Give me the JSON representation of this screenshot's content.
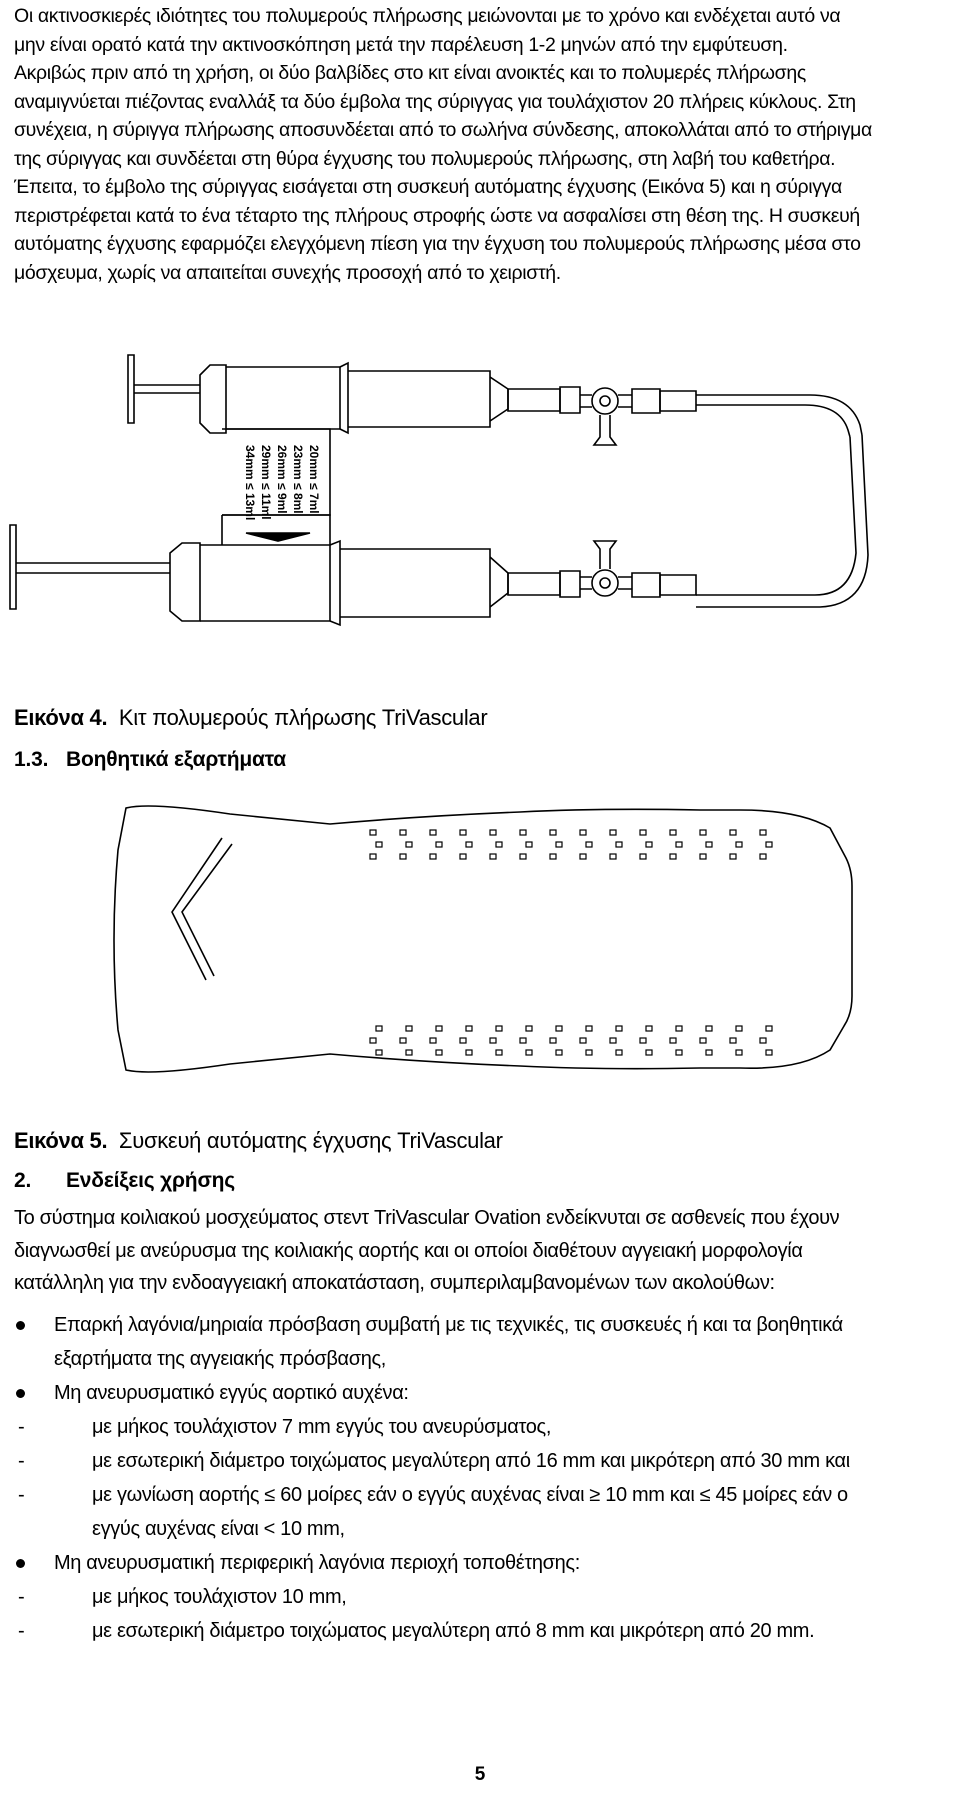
{
  "intro_paragraph": {
    "lines": [
      "Οι ακτινοσκιερές ιδιότητες του πολυμερούς πλήρωσης μειώνονται με το χρόνο και ενδέχεται αυτό να",
      "μην είναι ορατό κατά την ακτινοσκόπηση μετά την παρέλευση 1-2 μηνών από την εμφύτευση.",
      "Ακριβώς πριν από τη χρήση, οι δύο βαλβίδες στο κιτ είναι ανοικτές και το πολυμερές πλήρωσης",
      "αναμιγνύεται πιέζοντας εναλλάξ τα δύο έμβολα της σύριγγας για τουλάχιστον 20 πλήρεις κύκλους. Στη",
      "συνέχεια, η σύριγγα πλήρωσης αποσυνδέεται από το σωλήνα σύνδεσης, αποκολλάται από το στήριγμα",
      "της σύριγγας και συνδέεται στη θύρα έγχυσης του πολυμερούς πλήρωσης, στη λαβή του καθετήρα.",
      "Έπειτα, το έμβολο της σύριγγας εισάγεται στη συσκευή αυτόματης έγχυσης (Εικόνα 5) και η σύριγγα",
      "περιστρέφεται κατά το ένα τέταρτο της πλήρους στροφής ώστε να ασφαλίσει στη θέση της. Η συσκευή",
      "αυτόματης έγχυσης εφαρμόζει ελεγχόμενη πίεση για την έγχυση του πολυμερούς πλήρωσης μέσα στο",
      "μόσχευμα, χωρίς να απαιτείται συνεχής προσοχή από το χειριστή."
    ]
  },
  "figure4": {
    "label_table": [
      "20mm ≤ 7ml",
      "23mm ≤ 8ml",
      "26mm ≤ 9ml",
      "29mm ≤ 11ml",
      "34mm ≤ 13ml"
    ],
    "caption_label": "Εικόνα 4.",
    "caption_text": "Κιτ πολυμερούς πλήρωσης TriVascular"
  },
  "section_1_3": {
    "number": "1.3.",
    "title": "Βοηθητικά εξαρτήματα"
  },
  "figure5": {
    "caption_label": "Εικόνα 5.",
    "caption_text": "Συσκευή αυτόματης έγχυσης TriVascular"
  },
  "section_2": {
    "number": "2.",
    "title": "Ενδείξεις χρήσης"
  },
  "indications_paragraph": {
    "lines": [
      "Το σύστημα κοιλιακού μοσχεύματος στεντ TriVascular Ovation ενδείκνυται σε ασθενείς που έχουν",
      "διαγνωσθεί με ανεύρυσμα της κοιλιακής αορτής και οι οποίοι διαθέτουν αγγειακή μορφολογία",
      "κατάλληλη για την ενδοαγγειακή αποκατάσταση, συμπεριλαμβανομένων των ακολούθων:"
    ]
  },
  "indications_list": [
    {
      "type": "bullet",
      "text": "Επαρκή λαγόνια/μηριαία πρόσβαση συμβατή με τις τεχνικές, τις συσκευές ή και τα βοηθητικά"
    },
    {
      "type": "cont",
      "text": "εξαρτήματα της αγγειακής πρόσβασης,"
    },
    {
      "type": "bullet",
      "text": "Μη ανευρυσματικό εγγύς αορτικό αυχένα:"
    },
    {
      "type": "dash",
      "text": "με μήκος τουλάχιστον 7 mm εγγύς του ανευρύσματος,"
    },
    {
      "type": "dash",
      "text": "με εσωτερική διάμετρο τοιχώματος μεγαλύτερη από 16 mm και μικρότερη από 30 mm και"
    },
    {
      "type": "dash",
      "text": "με γωνίωση αορτής ≤ 60 μοίρες εάν ο εγγύς αυχένας είναι ≥ 10 mm και ≤ 45 μοίρες εάν ο"
    },
    {
      "type": "cont",
      "text": "εγγύς αυχένας είναι < 10 mm,"
    },
    {
      "type": "bullet",
      "text": "Μη ανευρυσματική περιφερική λαγόνια περιοχή τοποθέτησης:"
    },
    {
      "type": "dash",
      "text": "με μήκος τουλάχιστον 10 mm,"
    },
    {
      "type": "dash",
      "text": "με εσωτερική διάμετρο τοιχώματος μεγαλύτερη από 8 mm και μικρότερη από 20 mm."
    }
  ],
  "dash_mark": "-",
  "page_number": "5"
}
